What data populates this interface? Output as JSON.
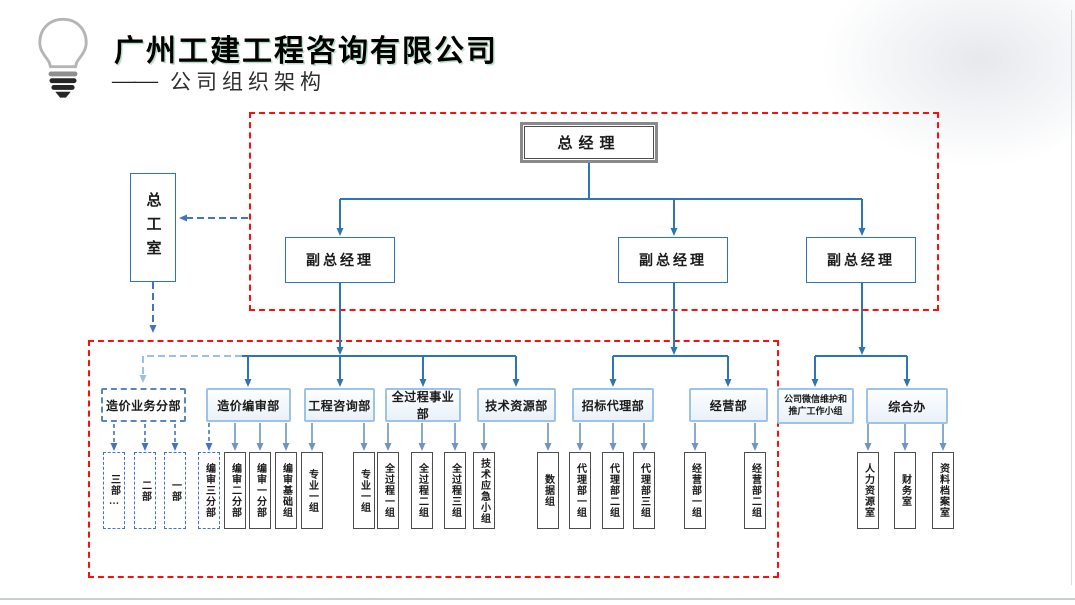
{
  "header": {
    "logo_icon": "lightbulb-icon",
    "company_title": "广州工建工程咨询有限公司",
    "subtitle_dash": "——",
    "subtitle": "公司组织架构"
  },
  "chart": {
    "general_manager": "总经理",
    "chief_engineer_office": "总工室",
    "deputy_general_managers": [
      "副总经理",
      "副总经理",
      "副总经理"
    ],
    "departments": [
      {
        "label": "造价业务分部",
        "style": "dashed"
      },
      {
        "label": "造价编审部",
        "style": "solid"
      },
      {
        "label": "工程咨询部",
        "style": "solid"
      },
      {
        "label": "全过程事业部",
        "style": "solid"
      },
      {
        "label": "技术资源部",
        "style": "solid"
      },
      {
        "label": "招标代理部",
        "style": "solid"
      },
      {
        "label": "经营部",
        "style": "solid"
      },
      {
        "label": "公司微信维护和\n推广工作小组",
        "style": "solid"
      },
      {
        "label": "综合办",
        "style": "solid"
      }
    ],
    "subunits": [
      {
        "label": "三部…",
        "style": "dashed"
      },
      {
        "label": "二部",
        "style": "dashed"
      },
      {
        "label": "一部",
        "style": "dashed"
      },
      {
        "label": "编审三分部",
        "style": "dashed"
      },
      {
        "label": "编审二分部",
        "style": "solid"
      },
      {
        "label": "编审一分部",
        "style": "solid"
      },
      {
        "label": "编审基础组",
        "style": "solid"
      },
      {
        "label": "专业一组",
        "style": "solid"
      },
      {
        "label": "专业一组",
        "style": "solid"
      },
      {
        "label": "全过程一组",
        "style": "solid"
      },
      {
        "label": "全过程二组",
        "style": "solid"
      },
      {
        "label": "全过程三组",
        "style": "solid"
      },
      {
        "label": "技术应急小组",
        "style": "solid"
      },
      {
        "label": "数据组",
        "style": "solid"
      },
      {
        "label": "代理部一组",
        "style": "solid"
      },
      {
        "label": "代理部二组",
        "style": "solid"
      },
      {
        "label": "代理部三组",
        "style": "solid"
      },
      {
        "label": "经营部一组",
        "style": "solid"
      },
      {
        "label": "经营部二组",
        "style": "solid"
      },
      {
        "label": "人力资源室",
        "style": "solid"
      },
      {
        "label": "财务室",
        "style": "solid"
      },
      {
        "label": "资料档案室",
        "style": "solid"
      }
    ]
  },
  "colors": {
    "group_frame_red": "#FF0D0D",
    "connector_steel_blue": "#2E75B6",
    "connector_light_blue": "#6E95C5",
    "dashed_blue": "#4472C4",
    "pale_dashed_blue": "#9CC0E4",
    "department_border": "#9DC3E6",
    "subunit_border": "#4D4D4D"
  }
}
